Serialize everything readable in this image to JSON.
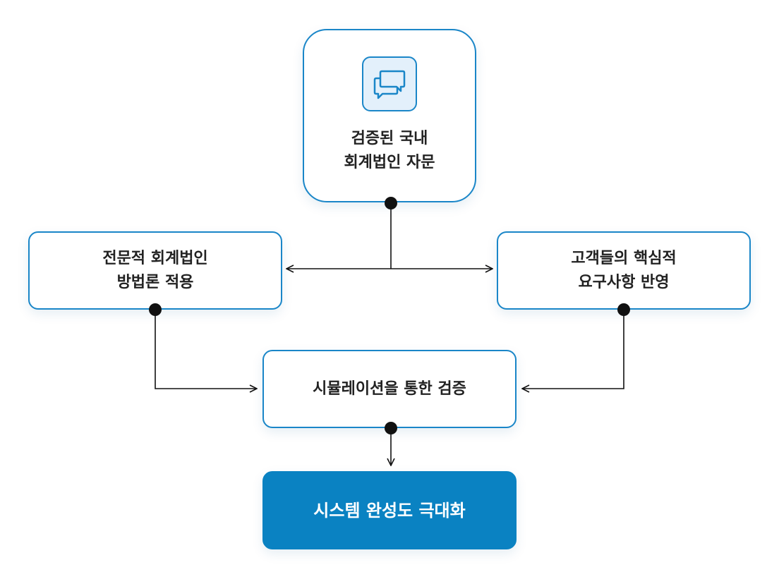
{
  "nodes": {
    "top": {
      "line1": "검증된 국내",
      "line2": "회계법인 자문",
      "icon": "chat-bubbles-icon"
    },
    "left": {
      "line1": "전문적 회계법인",
      "line2": "방법론 적용"
    },
    "right": {
      "line1": "고객들의 핵심적",
      "line2": "요구사항 반영"
    },
    "middle": {
      "line1": "시뮬레이션을 통한 검증"
    },
    "final": {
      "line1": "시스템 완성도 극대화"
    }
  },
  "colors": {
    "accent": "#0a82c2",
    "border": "#1a86c8",
    "icon_bg": "#e3f0fb",
    "connector": "#111111",
    "text": "#222222"
  }
}
